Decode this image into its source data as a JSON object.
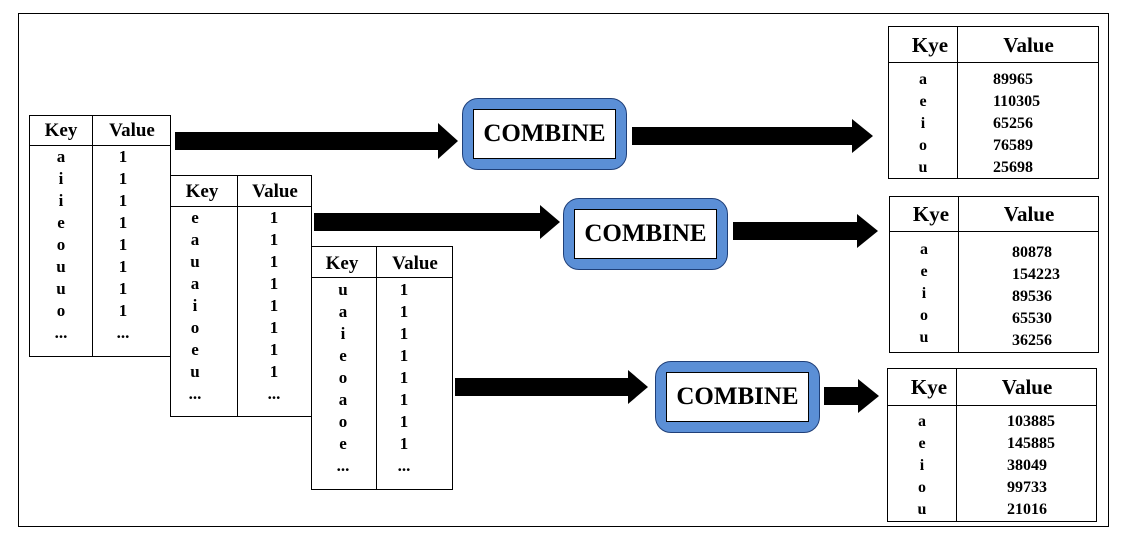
{
  "combine_label": "COMBINE",
  "input_tables": [
    {
      "key_header": "Key",
      "value_header": "Value",
      "keys": [
        "a",
        "i",
        "i",
        "e",
        "o",
        "u",
        "u",
        "o",
        "..."
      ],
      "values": [
        "1",
        "1",
        "1",
        "1",
        "1",
        "1",
        "1",
        "1",
        "..."
      ]
    },
    {
      "key_header": "Key",
      "value_header": "Value",
      "keys": [
        "e",
        "a",
        "u",
        "a",
        "i",
        "o",
        "e",
        "u",
        "..."
      ],
      "values": [
        "1",
        "1",
        "1",
        "1",
        "1",
        "1",
        "1",
        "1",
        "..."
      ]
    },
    {
      "key_header": "Key",
      "value_header": "Value",
      "keys": [
        "u",
        "a",
        "i",
        "e",
        "o",
        "a",
        "o",
        "e",
        "..."
      ],
      "values": [
        "1",
        "1",
        "1",
        "1",
        "1",
        "1",
        "1",
        "1",
        "..."
      ]
    }
  ],
  "output_tables": [
    {
      "key_header": "Kye",
      "value_header": "Value",
      "keys": [
        "a",
        "e",
        "i",
        "o",
        "u"
      ],
      "values": [
        "89965",
        "110305",
        "65256",
        "76589",
        "25698"
      ]
    },
    {
      "key_header": "Kye",
      "value_header": "Value",
      "keys": [
        "a",
        "e",
        "i",
        "o",
        "u"
      ],
      "values": [
        "80878",
        "154223",
        "89536",
        "65530",
        "36256"
      ]
    },
    {
      "key_header": "Kye",
      "value_header": "Value",
      "keys": [
        "a",
        "e",
        "i",
        "o",
        "u"
      ],
      "values": [
        "103885",
        "145885",
        "38049",
        "99733",
        "21016"
      ]
    }
  ]
}
